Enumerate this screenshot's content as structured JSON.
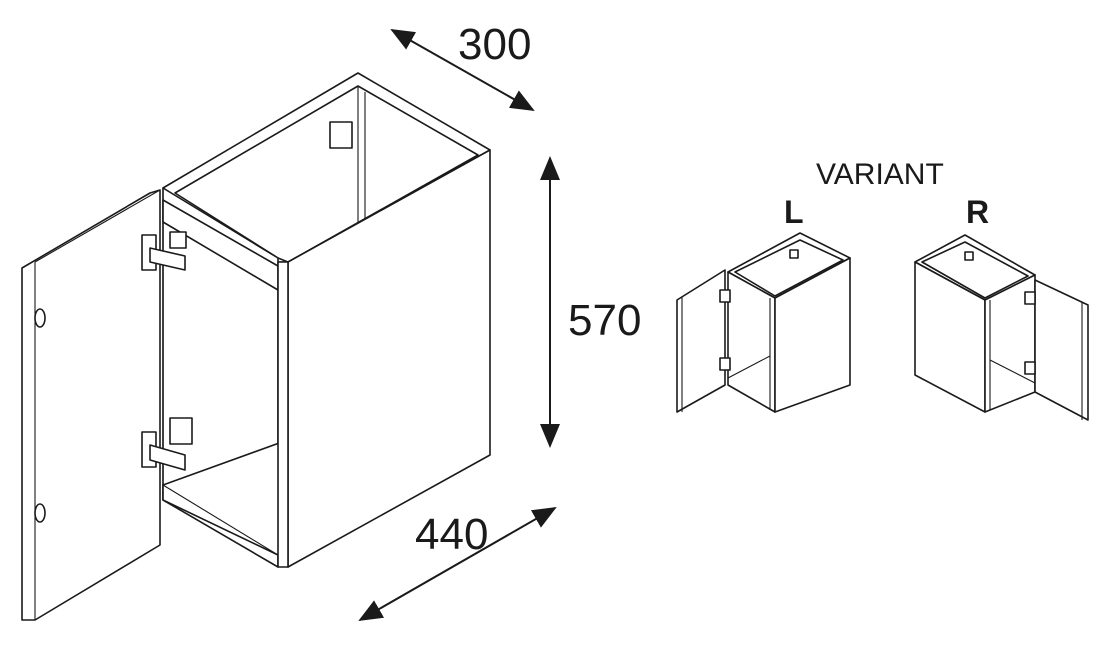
{
  "dimensions": {
    "depth": "300",
    "height": "570",
    "width": "440"
  },
  "variant": {
    "title": "VARIANT",
    "left": "L",
    "right": "R"
  }
}
